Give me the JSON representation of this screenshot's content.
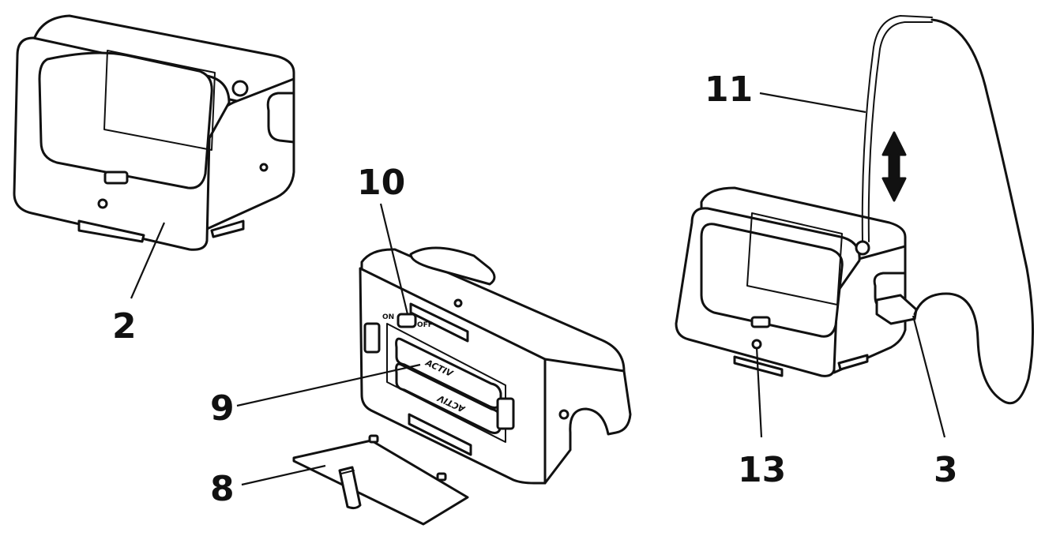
{
  "labels": {
    "part_2": "2",
    "part_10": "10",
    "part_9": "9",
    "part_8": "8",
    "part_11": "11",
    "part_13": "13",
    "part_3": "3"
  },
  "switch": {
    "on": "ON",
    "off": "OFF"
  },
  "battery_brand": "ACTIV"
}
